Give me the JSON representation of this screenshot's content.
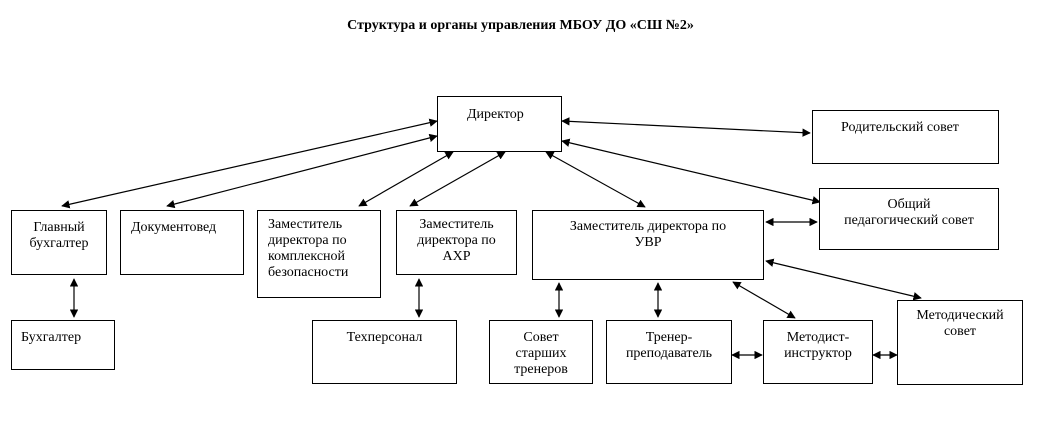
{
  "title": "Структура и органы управления МБОУ ДО «СШ №2»",
  "nodes": {
    "director": "Директор",
    "parents_council": "Родительский совет",
    "general_ped_council": "Общий\nпедагогический совет",
    "chief_accountant": "Главный\nбухгалтер",
    "doc_manager": "Документовед",
    "deputy_security": "Заместитель\nдиректора по\nкомплексной\nбезопасности",
    "deputy_ahr": "Заместитель\nдиректора по\nАХР",
    "deputy_uvr": "Заместитель директора по\nУВР",
    "accountant": "Бухгалтер",
    "tech_staff": "Техперсонал",
    "senior_coaches_council": "Совет\nстарших\nтренеров",
    "coach_teacher": "Тренер-\nпреподаватель",
    "methodist": "Методист-\nинструктор",
    "methodical_council": "Методический\nсовет"
  }
}
